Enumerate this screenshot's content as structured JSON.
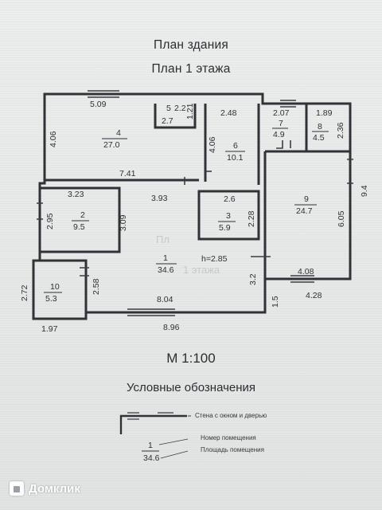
{
  "header": {
    "title": "План здания",
    "subtitle": "План 1 этажа"
  },
  "plan": {
    "rooms": [
      {
        "number": "1",
        "area": "34.6"
      },
      {
        "number": "2",
        "area": "9.5"
      },
      {
        "number": "3",
        "area": "5.9"
      },
      {
        "number": "4",
        "area": "27.0"
      },
      {
        "number": "5",
        "area": "2.7"
      },
      {
        "number": "6",
        "area": "10.1"
      },
      {
        "number": "7",
        "area": "4.9"
      },
      {
        "number": "8",
        "area": "4.5"
      },
      {
        "number": "9",
        "area": "24.7"
      },
      {
        "number": "10",
        "area": "5.3"
      }
    ],
    "dimensions": [
      "5.09",
      "2.2",
      "1.21",
      "2.48",
      "2.07",
      "1.89",
      "2.36",
      "4.06",
      "4.06",
      "7.41",
      "3.23",
      "3.93",
      "2.6",
      "2.95",
      "3.09",
      "2.28",
      "6.05",
      "9.4",
      "2.58",
      "3.2",
      "4.08",
      "4.28",
      "2.72",
      "1.97",
      "8.04",
      "8.96",
      "1.5"
    ],
    "height_label": "h=2.85",
    "faint_text": [
      "Пл",
      "1 этажа"
    ]
  },
  "scale": "М 1:100",
  "legend": {
    "title": "Условные обозначения",
    "wall_label": "Стена с окном и дверью",
    "sample_number": "1",
    "sample_area": "34.6",
    "room_number_label": "Номер помещения",
    "room_area_label": "Площадь помещения"
  },
  "watermark": "Домклик"
}
